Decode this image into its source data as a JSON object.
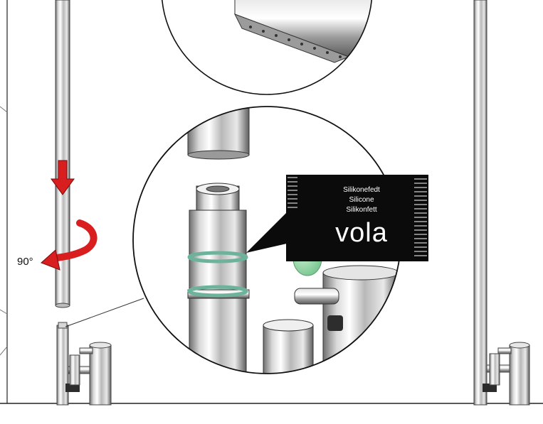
{
  "diagram": {
    "rotation_label": "90°",
    "packet": {
      "line1": "Silikonefedt",
      "line2": "Silicone",
      "line3": "Silikonfett",
      "brand": "vola"
    },
    "colors": {
      "arrow_red": "#d81e1e",
      "oring_green": "#6db39b",
      "grease_green": "#8fd3a2",
      "packet_black": "#0b0b0b"
    }
  }
}
